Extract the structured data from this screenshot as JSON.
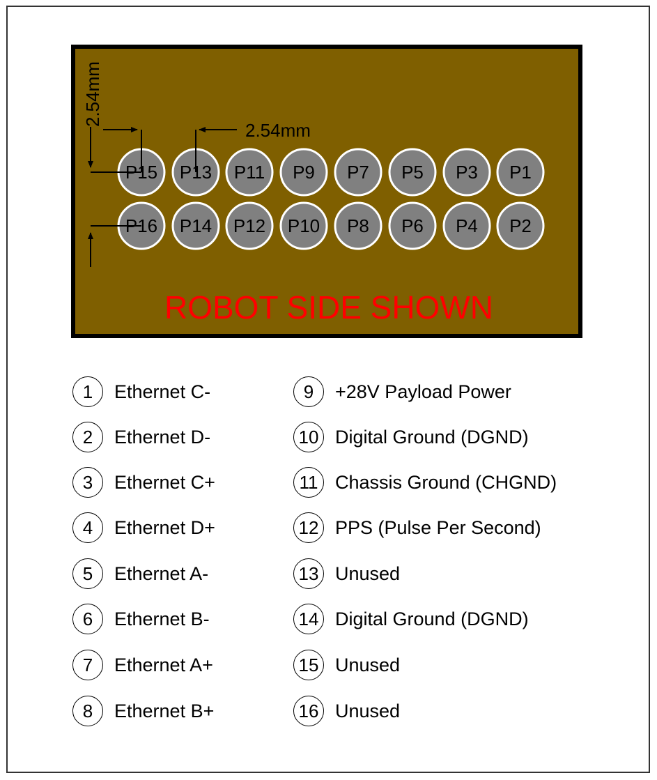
{
  "diagram": {
    "colors": {
      "board": "#7f5f00",
      "board_border": "#000000",
      "pin_fill": "#808080",
      "pin_ring": "#ffffff",
      "title": "#ff0000"
    },
    "board_title": "ROBOT SIDE SHOWN",
    "dimension_vertical": "2.54mm",
    "dimension_horizontal": "2.54mm",
    "pins_top": [
      "P15",
      "P13",
      "P11",
      "P9",
      "P7",
      "P5",
      "P3",
      "P1"
    ],
    "pins_bottom": [
      "P16",
      "P14",
      "P12",
      "P10",
      "P8",
      "P6",
      "P4",
      "P2"
    ]
  },
  "legend": {
    "left": [
      {
        "num": "1",
        "label": "Ethernet C-"
      },
      {
        "num": "2",
        "label": "Ethernet D-"
      },
      {
        "num": "3",
        "label": "Ethernet C+"
      },
      {
        "num": "4",
        "label": "Ethernet D+"
      },
      {
        "num": "5",
        "label": "Ethernet A-"
      },
      {
        "num": "6",
        "label": "Ethernet B-"
      },
      {
        "num": "7",
        "label": "Ethernet A+"
      },
      {
        "num": "8",
        "label": "Ethernet B+"
      }
    ],
    "right": [
      {
        "num": "9",
        "label": "+28V Payload Power"
      },
      {
        "num": "10",
        "label": "Digital Ground (DGND)"
      },
      {
        "num": "11",
        "label": "Chassis Ground (CHGND)"
      },
      {
        "num": "12",
        "label": "PPS (Pulse Per Second)"
      },
      {
        "num": "13",
        "label": "Unused"
      },
      {
        "num": "14",
        "label": "Digital Ground (DGND)"
      },
      {
        "num": "15",
        "label": "Unused"
      },
      {
        "num": "16",
        "label": "Unused"
      }
    ]
  }
}
